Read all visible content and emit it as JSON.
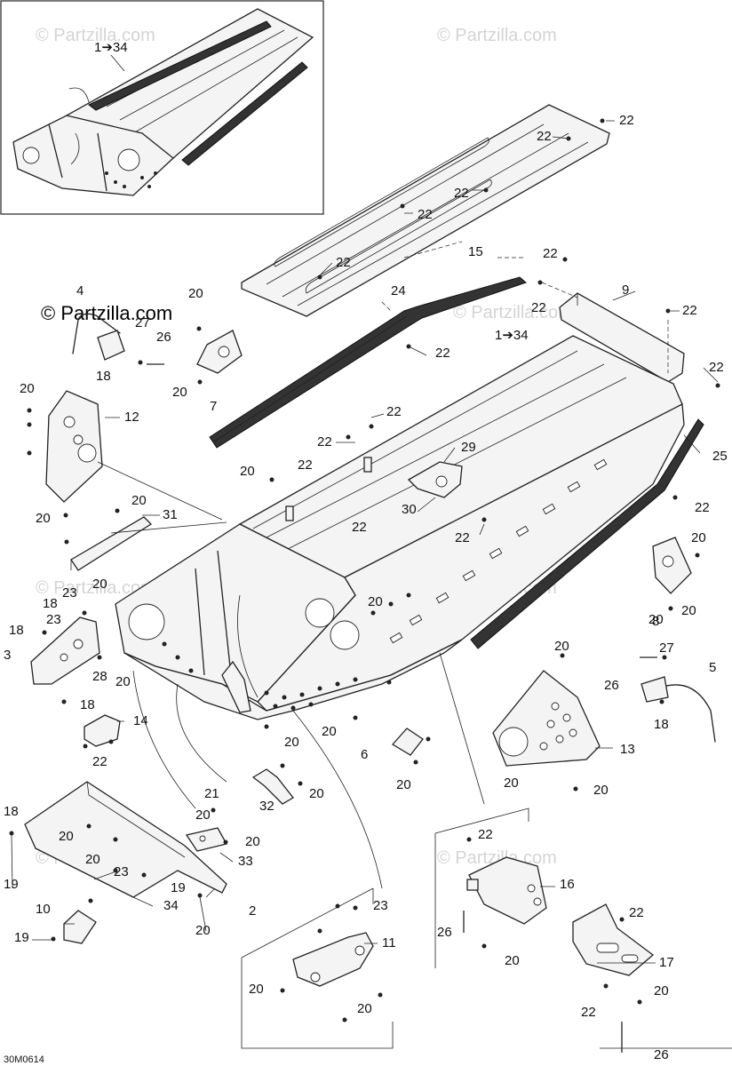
{
  "watermarks": [
    "© Partzilla.com",
    "© Partzilla.com",
    "© Partzilla.com",
    "© Partzilla.com",
    "© Partzilla.com",
    "© Partzilla.com",
    "© Partzilla.com",
    "© Partzilla.com"
  ],
  "brand_logo": "© Partzilla.com",
  "diagram_code": "30M0614",
  "inset_label": "1➔34",
  "labels": [
    "22",
    "22",
    "22",
    "22",
    "15",
    "22",
    "22",
    "9",
    "22",
    "22",
    "22",
    "24",
    "22",
    "1➔34",
    "22",
    "4",
    "27",
    "26",
    "18",
    "20",
    "20",
    "7",
    "20",
    "12",
    "20",
    "22",
    "22",
    "29",
    "30",
    "22",
    "20",
    "22",
    "25",
    "22",
    "20",
    "31",
    "20",
    "20",
    "23",
    "18",
    "23",
    "18",
    "3",
    "28",
    "20",
    "20",
    "20",
    "8",
    "20",
    "27",
    "26",
    "5",
    "18",
    "20",
    "13",
    "20",
    "20",
    "18",
    "14",
    "22",
    "20",
    "20",
    "6",
    "20",
    "21",
    "20",
    "20",
    "32",
    "20",
    "18",
    "20",
    "20",
    "33",
    "19",
    "23",
    "19",
    "34",
    "2",
    "20",
    "10",
    "19",
    "22",
    "16",
    "26",
    "20",
    "23",
    "11",
    "20",
    "20",
    "22",
    "17",
    "22",
    "20",
    "26"
  ]
}
